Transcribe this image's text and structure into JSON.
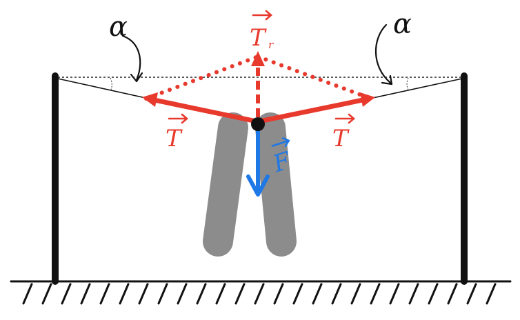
{
  "labels": {
    "alpha_left": "α",
    "alpha_right": "α",
    "resultant_tension": "T",
    "tension_left": "T",
    "tension_right": "T",
    "weight_force": "F"
  },
  "colors": {
    "ink": "#111111",
    "tension": "#e8392d",
    "weight": "#1e78e6",
    "clothes": "#8c8c8c",
    "reference_line": "#222222"
  }
}
